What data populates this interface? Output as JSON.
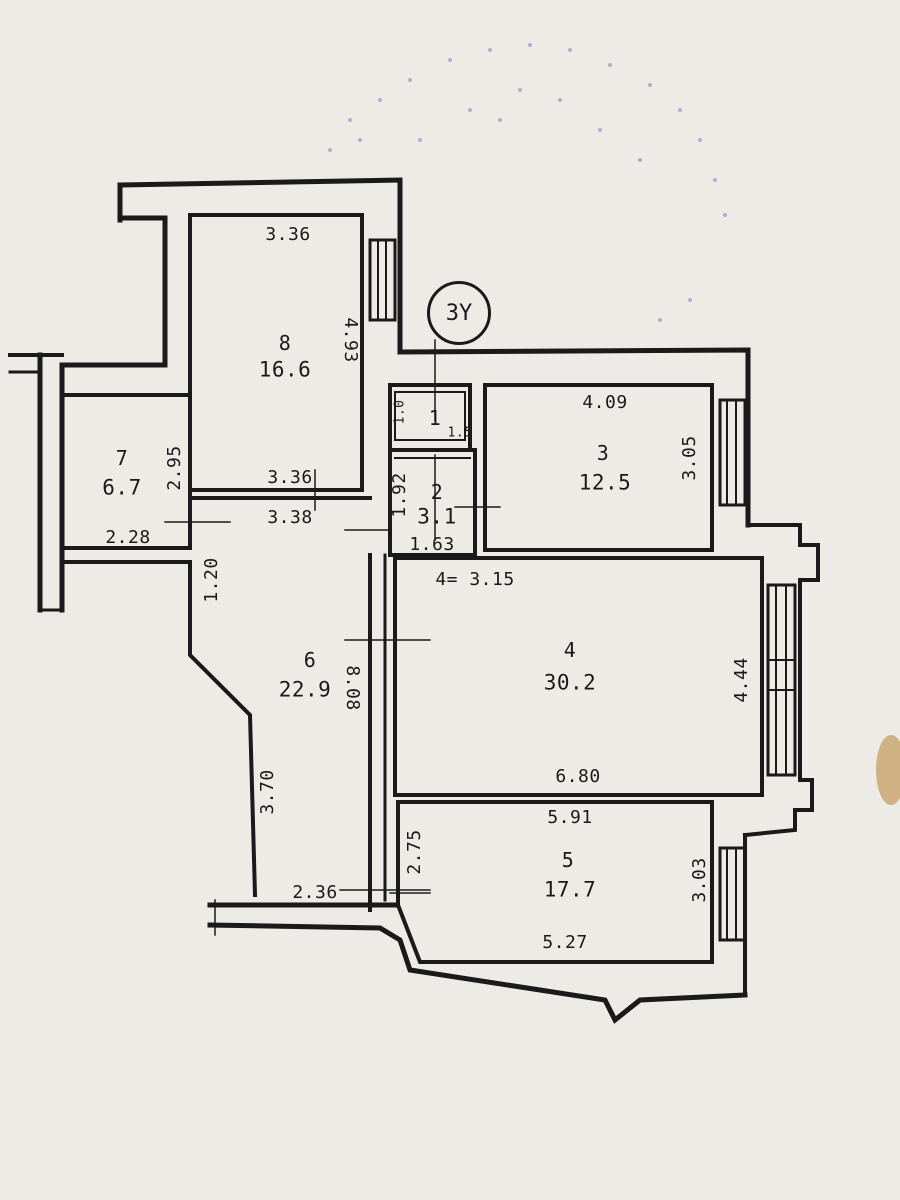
{
  "plan_mark": "3Y",
  "rooms": [
    {
      "id": "8",
      "area": "16.6"
    },
    {
      "id": "7",
      "area": "6.7"
    },
    {
      "id": "1",
      "area": ""
    },
    {
      "id": "2",
      "area": "3.1"
    },
    {
      "id": "3",
      "area": "12.5"
    },
    {
      "id": "4",
      "area": "30.2"
    },
    {
      "id": "6",
      "area": "22.9"
    },
    {
      "id": "5",
      "area": "17.7"
    }
  ],
  "dimensions": {
    "r8_top": "3.36",
    "r8_side": "4.93",
    "r8_bottom": "3.36",
    "r7_side": "2.95",
    "r7_bottom": "2.28",
    "hall_top": "3.38",
    "hall_side": "1.20",
    "hall_right": "8.08",
    "hall_left": "3.70",
    "hall_bottom": "2.36",
    "r1_side": "1.0",
    "r1_small": "1.5",
    "r2_side": "1.92",
    "r2_bottom": "1.63",
    "r3_top": "4.09",
    "r3_side": "3.05",
    "r4_top": "4= 3.15",
    "r4_side": "4.44",
    "r4_bottom": "6.80",
    "r5_top": "5.91",
    "r5_left": "2.75",
    "r5_side": "3.03",
    "r5_bottom": "5.27"
  }
}
